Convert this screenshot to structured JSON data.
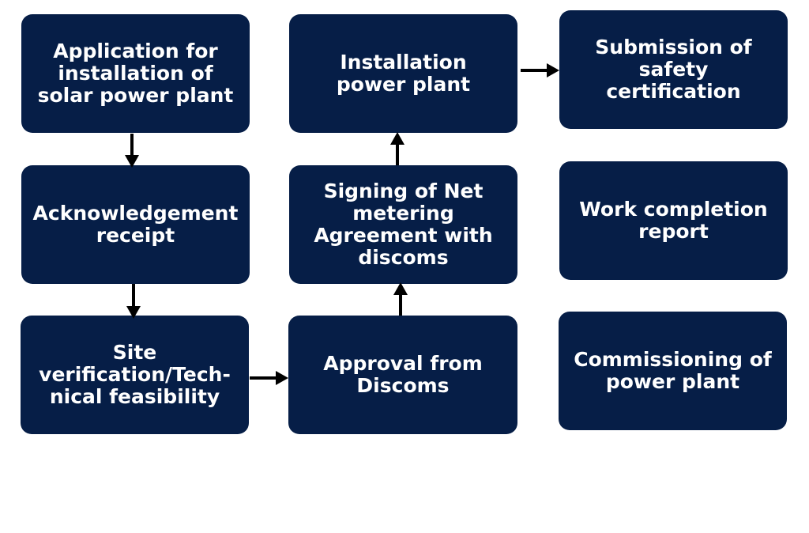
{
  "flowchart": {
    "colors": {
      "box": "#061e47",
      "text": "#ffffff",
      "arrow": "#000000"
    },
    "steps": [
      {
        "id": "application",
        "label": "Application for\ninstallation of\nsolar power plant"
      },
      {
        "id": "acknowledgement",
        "label": "Acknowledgement\nreceipt"
      },
      {
        "id": "site_verification",
        "label": "Site\nverification/Tech-\nnical feasibility"
      },
      {
        "id": "approval",
        "label": "Approval from\nDiscoms"
      },
      {
        "id": "net_metering",
        "label": "Signing of Net\nmetering\nAgreement with\ndiscoms"
      },
      {
        "id": "installation",
        "label": "Installation\npower plant"
      },
      {
        "id": "safety_certification",
        "label": "Submission of\nsafety\ncertification"
      },
      {
        "id": "work_completion",
        "label": "Work completion\nreport"
      },
      {
        "id": "commissioning",
        "label": "Commissioning of\npower plant"
      }
    ],
    "connections": [
      {
        "from": "application",
        "to": "acknowledgement",
        "direction": "down"
      },
      {
        "from": "acknowledgement",
        "to": "site_verification",
        "direction": "down"
      },
      {
        "from": "site_verification",
        "to": "approval",
        "direction": "right"
      },
      {
        "from": "approval",
        "to": "net_metering",
        "direction": "up"
      },
      {
        "from": "net_metering",
        "to": "installation",
        "direction": "up"
      },
      {
        "from": "installation",
        "to": "safety_certification",
        "direction": "right"
      }
    ]
  }
}
